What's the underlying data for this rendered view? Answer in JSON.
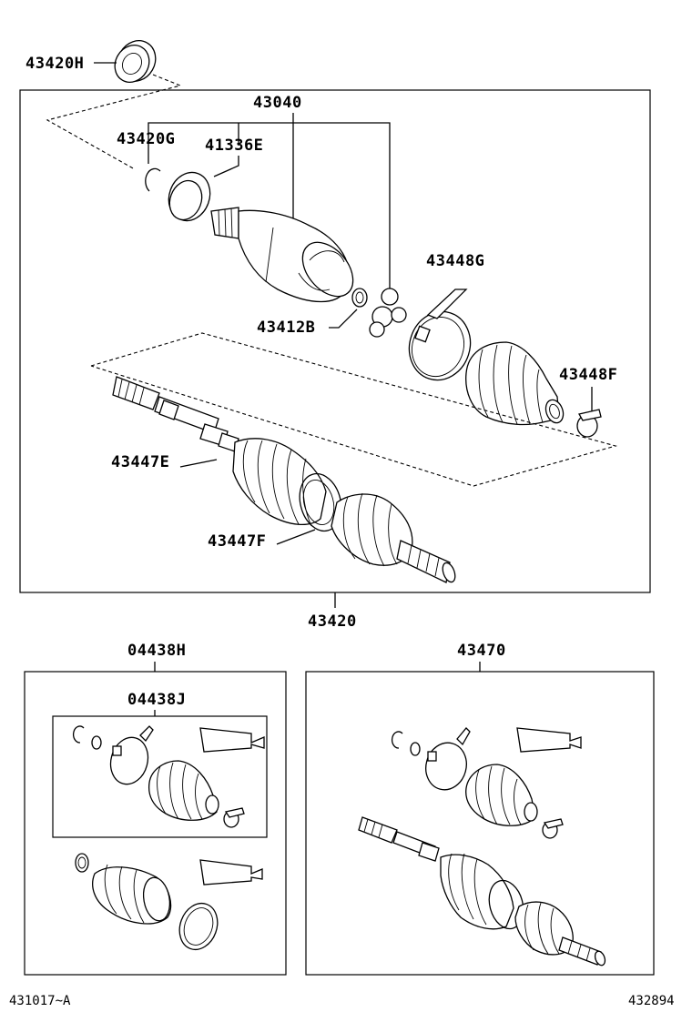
{
  "labels": {
    "l43420H": "43420H",
    "l43040": "43040",
    "l43420G": "43420G",
    "l41336E": "41336E",
    "l43448G": "43448G",
    "l43412B": "43412B",
    "l43448F": "43448F",
    "l43447E": "43447E",
    "l43447F": "43447F",
    "l43420": "43420",
    "l04438H": "04438H",
    "l04438J": "04438J",
    "l43470": "43470"
  },
  "footer": {
    "left_code": "431017~A",
    "right_code": "432894"
  }
}
